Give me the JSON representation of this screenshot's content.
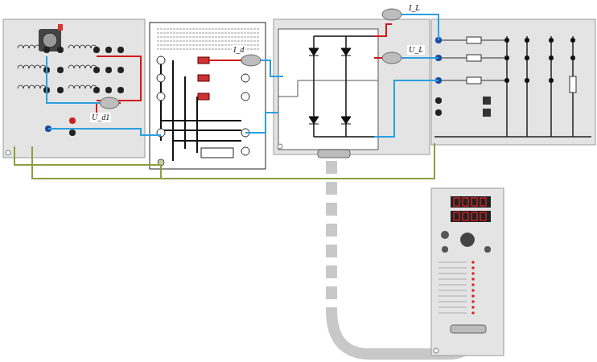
{
  "diagram": {
    "labels": [
      "U_d1",
      "I_d",
      "I_L",
      "U_L"
    ]
  }
}
